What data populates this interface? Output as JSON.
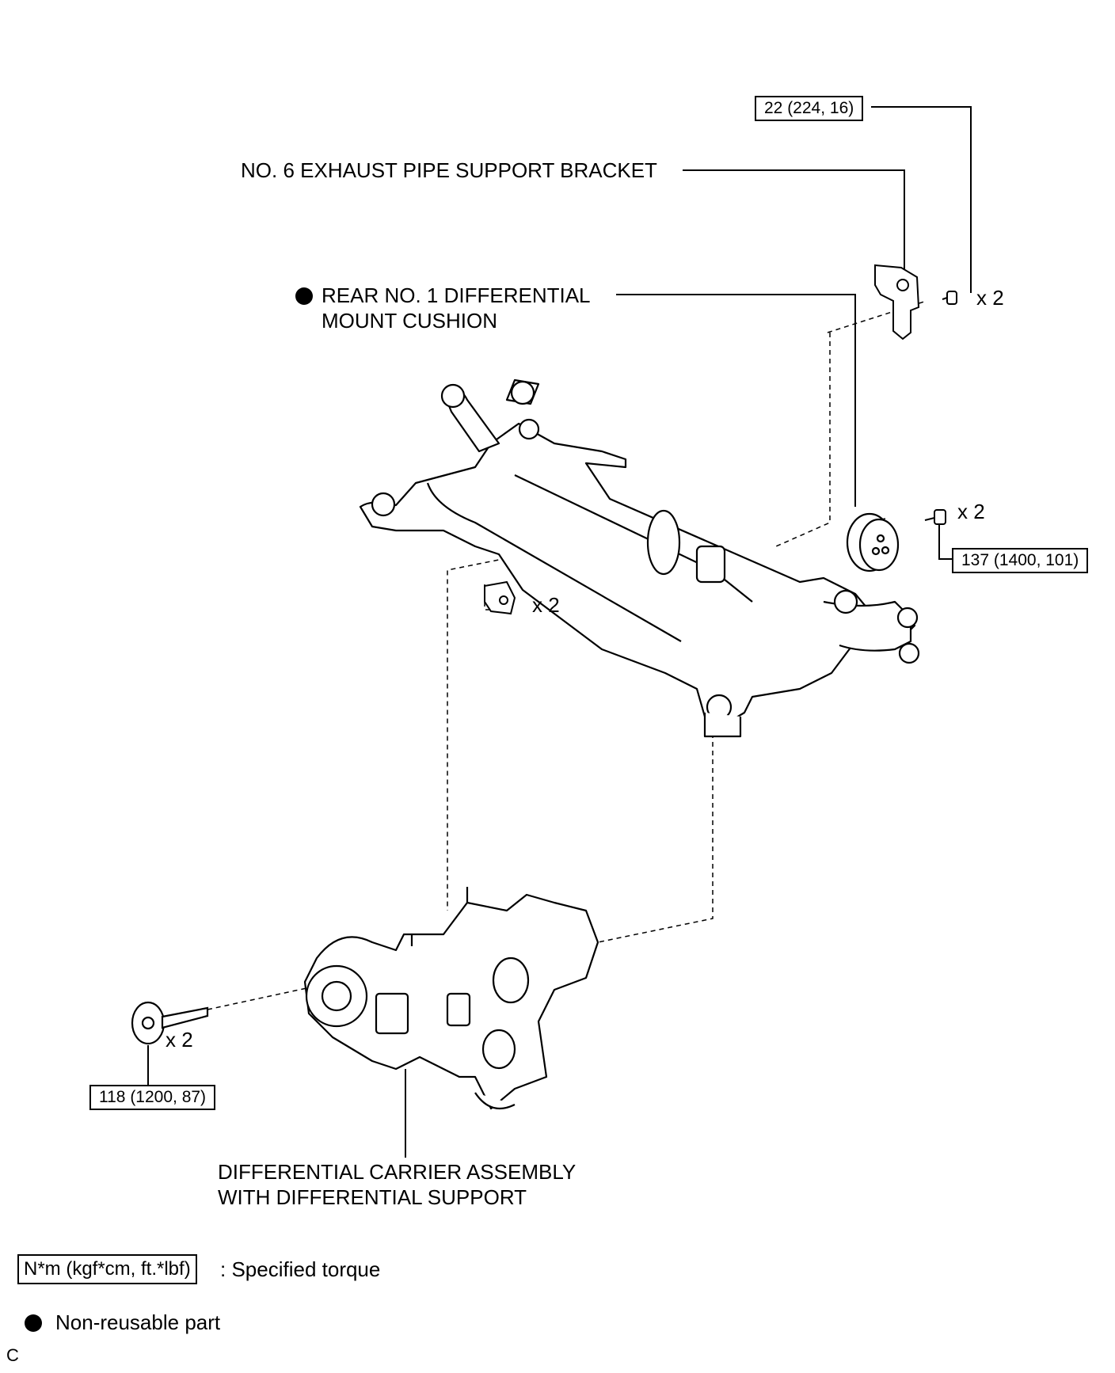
{
  "labels": {
    "bracket": "NO. 6 EXHAUST PIPE SUPPORT BRACKET",
    "cushion_line1": "REAR NO. 1 DIFFERENTIAL",
    "cushion_line2": "MOUNT CUSHION",
    "carrier_line1": "DIFFERENTIAL CARRIER ASSEMBLY",
    "carrier_line2": "WITH DIFFERENTIAL SUPPORT"
  },
  "torques": {
    "bracket_bolt": "22 (224, 16)",
    "cushion_bolt": "137 (1400, 101)",
    "carrier_bolt": "118 (1200, 87)"
  },
  "quantities": {
    "bracket_bolt": "x 2",
    "cushion_bolt": "x 2",
    "stopper": "x 2",
    "carrier_bolt": "x 2"
  },
  "legend": {
    "torque_unit": "N*m (kgf*cm, ft.*lbf)",
    "torque_desc": ": Specified torque",
    "nonreusable_desc": "Non-reusable part"
  },
  "footer_code": "C"
}
